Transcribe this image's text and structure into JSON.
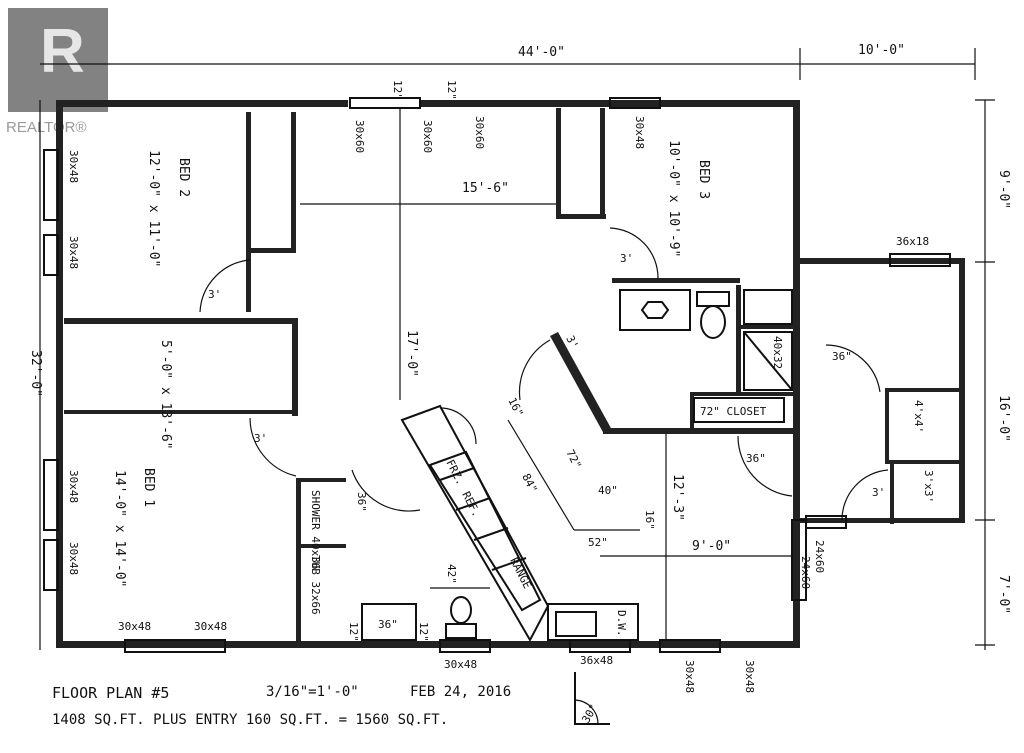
{
  "logo": {
    "text": "REALTOR®"
  },
  "overall": {
    "width_top": "44'-0\"",
    "width_right_top": "10'-0\"",
    "height_left": "32'-0\"",
    "right_seg_1": "9'-0\"",
    "right_seg_2": "16'-0\"",
    "right_seg_3": "7'-0\""
  },
  "rooms": {
    "bed2": {
      "name": "BED 2",
      "size": "12'-0\" x 11'-0\""
    },
    "bed3": {
      "name": "BED 3",
      "size": "10'-0\" x 10'-9\""
    },
    "bed1": {
      "name": "BED 1",
      "size": "14'-0\" x 14'-0\""
    },
    "hall": {
      "size": "5'-0\" x 13'-6\""
    },
    "closet72": "72\" CLOSET",
    "closet4x4": "4'x4'",
    "closet3x3": "3'x3'",
    "shower": "SHOWER 40x36",
    "tub": "TUB 32x66",
    "fridge": "FRZ.",
    "ref": "REF.",
    "range": "RANGE",
    "dw": "D.W."
  },
  "dims": {
    "d15_6": "15'-6\"",
    "d17_0": "17'-0\"",
    "d12_3": "12'-3\"",
    "d9_0": "9'-0\"",
    "d72": "72\"",
    "d84": "84\"",
    "d40": "40\"",
    "d52": "52\"",
    "d16a": "16\"",
    "d16b": "16\"",
    "d42": "42\"",
    "d36tub": "36\"",
    "d12a": "12\"",
    "d12b": "12\"",
    "shower_small": "40x32",
    "w36x18": "36x18",
    "door3a": "3'",
    "door3b": "3'",
    "door3c": "3'",
    "door3d": "3'",
    "door36a": "36\"",
    "door36b": "36\"",
    "door36c": "36\"",
    "door3e": "3'"
  },
  "windows": {
    "top1": "30x60",
    "top2": "30x60",
    "top3": "30x60",
    "top4": "30x48",
    "top12a": "12\"",
    "top12b": "12\"",
    "left1": "30x48",
    "left2": "30x48",
    "left3": "30x48",
    "left4": "30x48",
    "bot1": "30x48",
    "bot2": "30x48",
    "bot3": "30x48",
    "bot4": "36x48",
    "bot5": "30x48",
    "bot6": "30x48",
    "entry1": "24x60",
    "entry2": "24x60"
  },
  "footer": {
    "title": "FLOOR PLAN #5",
    "scale": "3/16\"=1'-0\"",
    "date": "FEB 24, 2016",
    "area": "1408 SQ.FT. PLUS ENTRY 160 SQ.FT. = 1560 SQ.FT.",
    "north": "30°"
  }
}
